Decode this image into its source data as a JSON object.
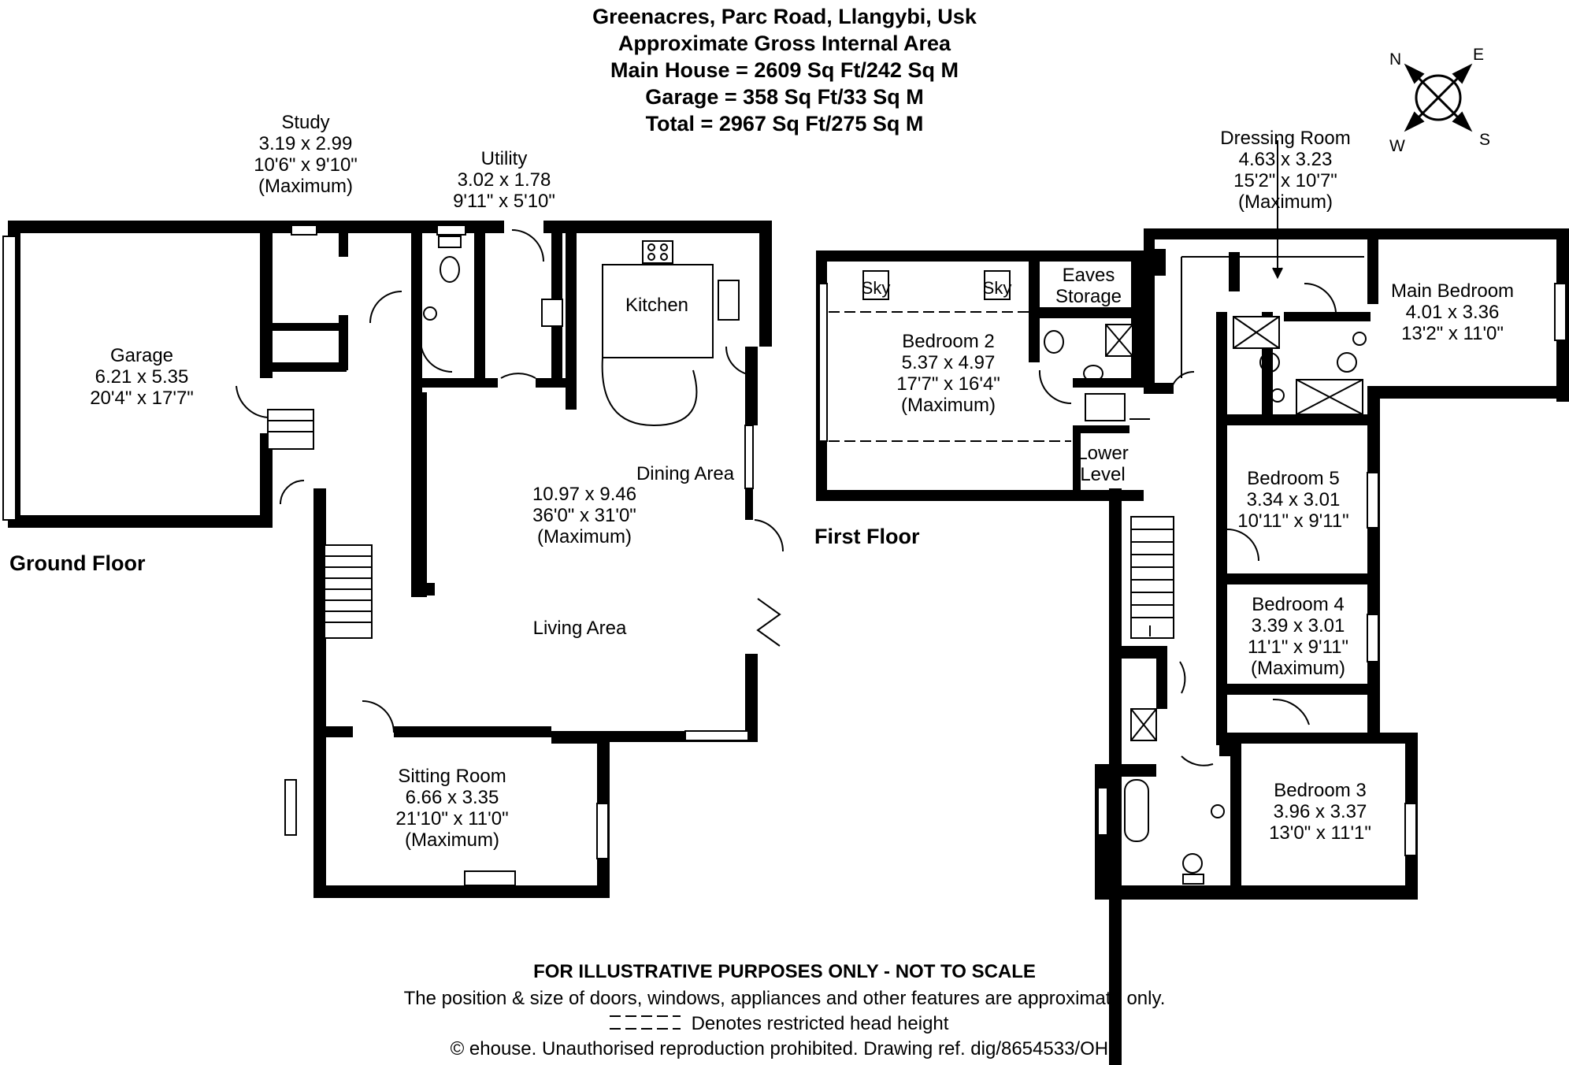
{
  "header": {
    "address": "Greenacres, Parc Road, Llangybi, Usk",
    "area_title": "Approximate Gross Internal Area",
    "main_house": "Main House = 2609 Sq Ft/242 Sq M",
    "garage": "Garage = 358 Sq Ft/33 Sq M",
    "total": "Total = 2967 Sq Ft/275 Sq M"
  },
  "compass": {
    "n": "N",
    "e": "E",
    "s": "S",
    "w": "W"
  },
  "floors": {
    "ground": "Ground Floor",
    "first": "First Floor"
  },
  "ground_rooms": {
    "study": {
      "name": "Study",
      "metric": "3.19 x 2.99",
      "imperial": "10'6\" x 9'10\"",
      "note": "(Maximum)"
    },
    "utility": {
      "name": "Utility",
      "metric": "3.02 x 1.78",
      "imperial": "9'11\" x 5'10\""
    },
    "garage": {
      "name": "Garage",
      "metric": "6.21 x 5.35",
      "imperial": "20'4\" x 17'7\""
    },
    "kitchen": {
      "name": "Kitchen"
    },
    "dining": {
      "name": "Dining Area"
    },
    "open_plan": {
      "metric": "10.97 x 9.46",
      "imperial": "36'0\" x 31'0\"",
      "note": "(Maximum)"
    },
    "living": {
      "name": "Living Area"
    },
    "sitting": {
      "name": "Sitting Room",
      "metric": "6.66 x 3.35",
      "imperial": "21'10\" x 11'0\"",
      "note": "(Maximum)"
    }
  },
  "first_rooms": {
    "dressing": {
      "name": "Dressing Room",
      "metric": "4.63 x 3.23",
      "imperial": "15'2\" x 10'7\"",
      "note": "(Maximum)"
    },
    "main_bedroom": {
      "name": "Main Bedroom",
      "metric": "4.01 x 3.36",
      "imperial": "13'2\" x 11'0\""
    },
    "eaves": {
      "line1": "Eaves",
      "line2": "Storage"
    },
    "sky1": "Sky",
    "sky2": "Sky",
    "bedroom2": {
      "name": "Bedroom 2",
      "metric": "5.37 x 4.97",
      "imperial": "17'7\" x 16'4\"",
      "note": "(Maximum)"
    },
    "lower_level": {
      "line1": "Lower",
      "line2": "Level"
    },
    "bedroom5": {
      "name": "Bedroom 5",
      "metric": "3.34 x 3.01",
      "imperial": "10'11\" x 9'11\""
    },
    "bedroom4": {
      "name": "Bedroom 4",
      "metric": "3.39 x 3.01",
      "imperial": "11'1\" x 9'11\"",
      "note": "(Maximum)"
    },
    "bedroom3": {
      "name": "Bedroom 3",
      "metric": "3.96 x 3.37",
      "imperial": "13'0\" x 11'1\""
    }
  },
  "footer": {
    "disclaimer": "FOR ILLUSTRATIVE PURPOSES ONLY - NOT TO SCALE",
    "approx": "The position & size of doors, windows, appliances and other features are approximate only.",
    "head_height": "Denotes restricted head height",
    "copyright": "© ehouse. Unauthorised reproduction prohibited. Drawing ref. dig/8654533/OHL"
  }
}
